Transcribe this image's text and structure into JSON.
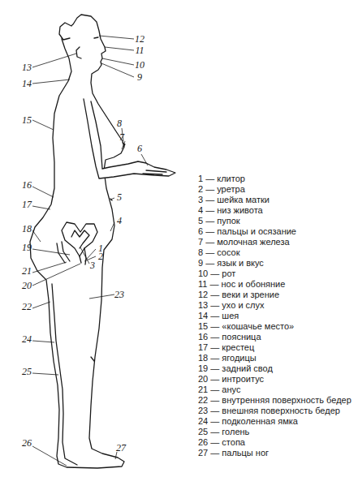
{
  "diagram": {
    "labels": [
      "12",
      "11",
      "10",
      "13",
      "9",
      "14",
      "15",
      "8",
      "7",
      "6",
      "16",
      "5",
      "17",
      "4",
      "18",
      "19",
      "1",
      "2",
      "3",
      "21",
      "20",
      "23",
      "22",
      "24",
      "25",
      "26",
      "27",
      "1 — клитор",
      "2 — уретра",
      "3 — шейка матки",
      "4 — низ живота",
      "5 — пупок",
      "6 — пальцы и осязание",
      "7 — молочная железа",
      "8 — сосок",
      "9 — язык и вкус",
      "10 — рот",
      "11 — нос и обоняние",
      "12 — веки и зрение",
      "13 — ухо и слух",
      "14 — шея",
      "15 — «кошачье место»",
      "16 — поясница",
      "17 — крестец",
      "18 — ягодицы",
      "19 — задний свод",
      "20 — интроитус",
      "21 — анус",
      "22 — внутренняя поверхность бедер",
      "23 — внешняя поверхность бедер",
      "24 — подколенная ямка",
      "25 — голень",
      "26 — стопа",
      "27 — пальцы ног"
    ]
  }
}
